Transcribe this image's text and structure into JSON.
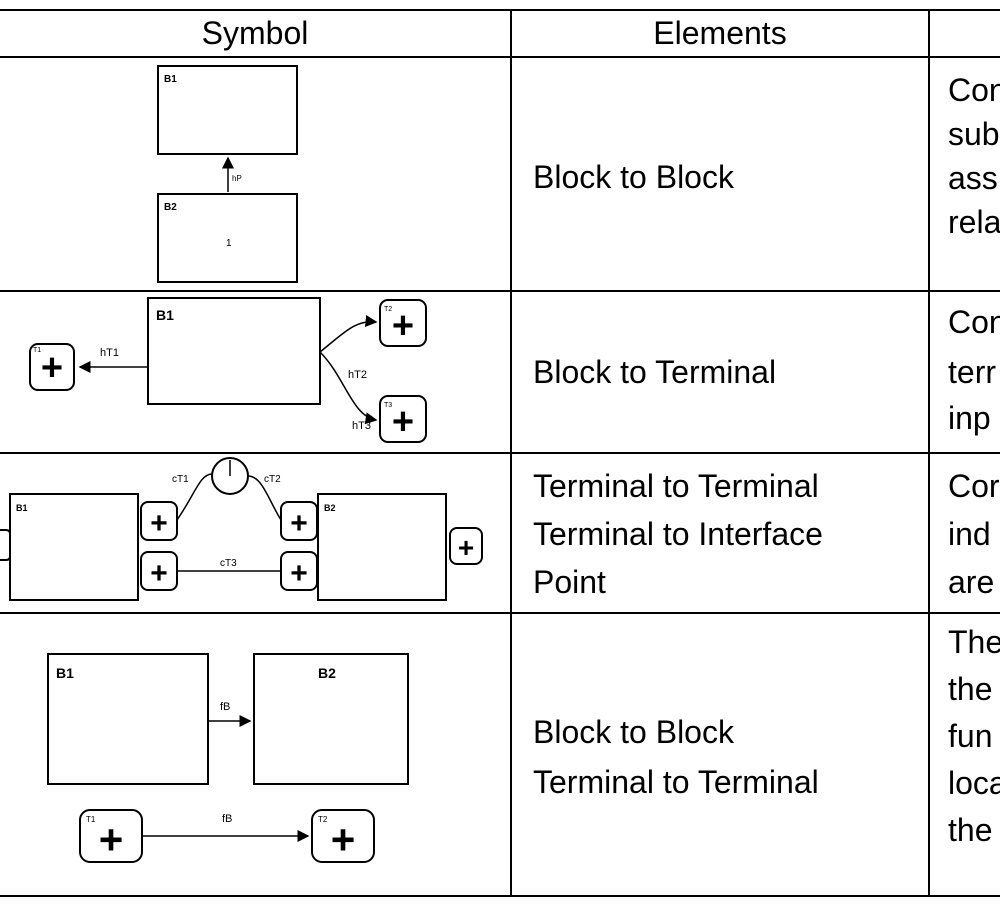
{
  "headers": {
    "symbol": "Symbol",
    "elements": "Elements",
    "description": ""
  },
  "rows": [
    {
      "elements": [
        "Block to Block"
      ],
      "description": [
        "Con",
        "sub",
        "ass",
        "rela"
      ],
      "symbol": {
        "block_top": "B1",
        "block_bottom": "B2",
        "link": "hP",
        "mark": "1"
      }
    },
    {
      "elements": [
        "Block to Terminal"
      ],
      "description": [
        "Con",
        "terr",
        "inp"
      ],
      "symbol": {
        "block": "B1",
        "t_left": "T1",
        "t_top": "T2",
        "t_bottom": "T3",
        "link_left": "hT1",
        "link_top": "hT2",
        "link_bottom": "hT3",
        "plus": "+"
      }
    },
    {
      "elements": [
        "Terminal to Terminal",
        "Terminal to Interface",
        "Point"
      ],
      "description": [
        "Cor",
        "ind",
        "are"
      ],
      "symbol": {
        "block_left": "B1",
        "block_right": "B2",
        "link_1": "cT1",
        "link_2": "cT2",
        "link_3": "cT3",
        "plus": "+"
      }
    },
    {
      "elements": [
        "Block to Block",
        "Terminal to Terminal"
      ],
      "description": [
        "The",
        "the",
        "fun",
        "loca",
        "the"
      ],
      "symbol": {
        "block_left": "B1",
        "block_right": "B2",
        "t_left": "T1",
        "t_right": "T2",
        "link_top": "fB",
        "link_bottom": "fB",
        "plus": "+"
      }
    }
  ]
}
